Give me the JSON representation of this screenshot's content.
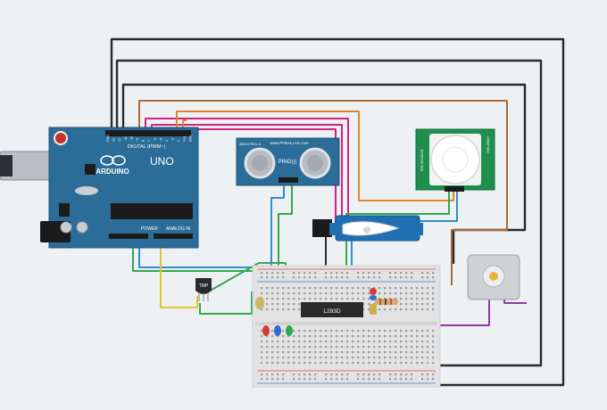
{
  "arduino": {
    "brand": "ARDUINO",
    "model": "UNO",
    "digital_header": "DIGITAL (PWM~)",
    "power_header": "POWER",
    "analog_header": "ANALOG IN",
    "pin_labels": [
      "GND",
      "13",
      "12",
      "~11",
      "~10",
      "~9",
      "8",
      "7",
      "~6",
      "~5",
      "4",
      "~3",
      "2",
      "TX1",
      "RX0"
    ]
  },
  "ping_sensor": {
    "vendor": "www.PARALLAX.com",
    "label": "PING)))",
    "left_text": "28015 REV A"
  },
  "pir_sensor": {
    "left_text": "PIR SENSOR",
    "right_text": "555-28027"
  },
  "ic": {
    "label": "L293D"
  },
  "temp_sensor": {
    "label": "TMP"
  },
  "colors": {
    "background": "#eef1f3",
    "board": "#2b6c98",
    "breadboard": "#e3e3e3",
    "wire_dark": "#2a2a2a",
    "wire_orange": "#e0862a",
    "wire_magenta": "#d2237e",
    "wire_brown": "#a9693b",
    "wire_blue": "#2d8fd0",
    "wire_green": "#33a84f",
    "wire_yellow": "#e7c32b",
    "wire_purple": "#8e3aa6",
    "sensor_green": "#1f8f4e"
  }
}
